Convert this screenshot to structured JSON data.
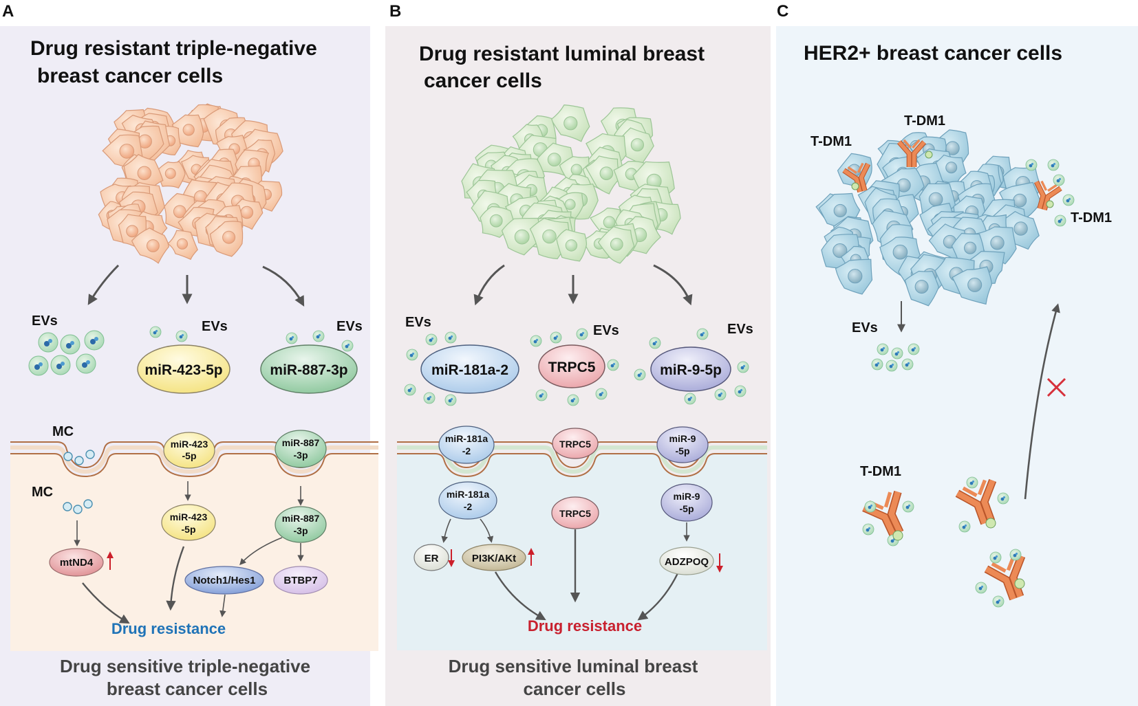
{
  "panels": {
    "a": {
      "letter": "A",
      "title_line1": "Drug resistant triple-negative",
      "title_line2": "breast cancer cells",
      "ev_labels": [
        "EVs",
        "EVs",
        "EVs"
      ],
      "ev_cargo": [
        "miR-423-5p",
        "miR-887-3p"
      ],
      "mc_label_top": "MC",
      "mc_label_bottom": "MC",
      "membrane_cargo": [
        {
          "line1": "miR-423",
          "line2": "-5p"
        },
        {
          "line1": "miR-887",
          "line2": "-3p"
        }
      ],
      "intra_cargo": [
        {
          "line1": "miR-423",
          "line2": "-5p"
        },
        {
          "line1": "miR-887",
          "line2": "-3p"
        }
      ],
      "targets": [
        "mtND4",
        "Notch1/Hes1",
        "BTBP7"
      ],
      "outcome": "Drug resistance",
      "bottom_line1": "Drug sensitive triple-negative",
      "bottom_line2": "breast cancer cells"
    },
    "b": {
      "letter": "B",
      "title_line1": "Drug resistant luminal breast",
      "title_line2": "cancer cells",
      "ev_labels": [
        "EVs",
        "EVs",
        "EVs"
      ],
      "ev_cargo": [
        "miR-181a-2",
        "TRPC5",
        "miR-9-5p"
      ],
      "membrane_cargo": [
        {
          "line1": "miR-181a",
          "line2": "-2"
        },
        {
          "line1": "TRPC5",
          "line2": ""
        },
        {
          "line1": "miR-9",
          "line2": "-5p"
        }
      ],
      "intra_cargo": [
        {
          "line1": "miR-181a",
          "line2": "-2"
        },
        {
          "line1": "TRPC5",
          "line2": ""
        },
        {
          "line1": "miR-9",
          "line2": "-5p"
        }
      ],
      "targets": [
        "ER",
        "PI3K/AKt",
        "ADZPOQ"
      ],
      "outcome": "Drug resistance",
      "bottom_line1": "Drug sensitive luminal breast",
      "bottom_line2": "cancer cells"
    },
    "c": {
      "letter": "C",
      "title": "HER2+ breast cancer cells",
      "drug_labels": [
        "T-DM1",
        "T-DM1",
        "T-DM1",
        "T-DM1"
      ],
      "ev_label": "EVs"
    }
  },
  "colors": {
    "panel_a_bg": "#efedf6",
    "panel_a_recipient": "#fcf0e5",
    "panel_b_bg": "#f1ecee",
    "panel_b_recipient": "#e5f0f4",
    "panel_c_bg": "#eef5fa",
    "arrow_dark": "#555555",
    "up_arrow_red": "#cc1f2a",
    "outcome_blue": "#1f73b7",
    "outcome_red": "#c8202e",
    "antibody_orange": "#e9824f",
    "block_cross": "#d6303a"
  }
}
